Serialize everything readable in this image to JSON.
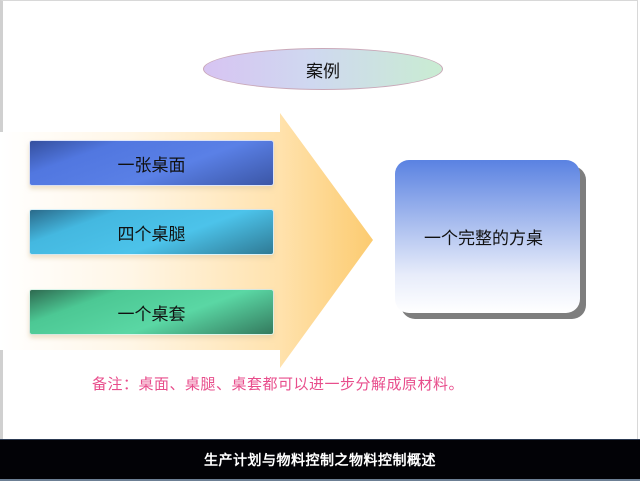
{
  "title": "案例",
  "inputs": [
    {
      "label": "一张桌面",
      "color": "#5177e0"
    },
    {
      "label": "四个桌腿",
      "color": "#44b8e0"
    },
    {
      "label": "一个桌套",
      "color": "#4cc894"
    }
  ],
  "arrow": {
    "color": "#fdd27e",
    "direction": "right"
  },
  "result": {
    "label": "一个完整的方桌",
    "color": "#5a82e2"
  },
  "note": "备注：桌面、桌腿、桌套都可以进一步分解成原材料。",
  "footer": {
    "title": "生产计划与物料控制之物料控制概述"
  },
  "colors": {
    "note": "#e84e8c",
    "footer_bg": "#020206"
  }
}
